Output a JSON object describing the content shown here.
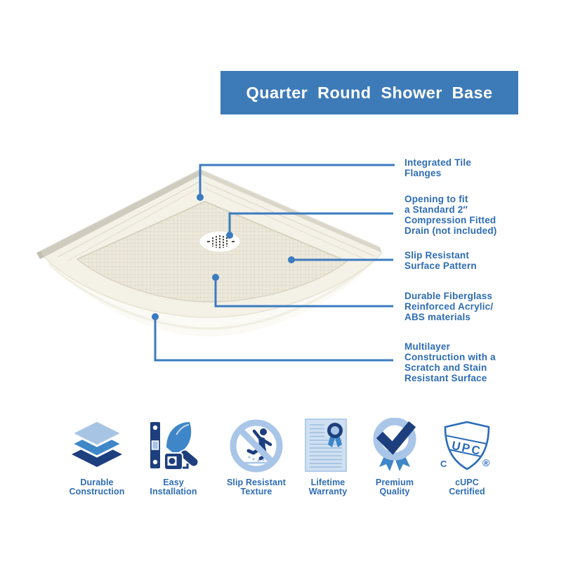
{
  "title": {
    "text": "Quarter Round Shower Base"
  },
  "colors": {
    "banner_bg": "#3d7ab8",
    "callout_line": "#3a7bc0",
    "text_blue": "#2e6cb4",
    "icon_navy": "#1d3f7e",
    "icon_blue": "#3f86c8",
    "icon_light_blue": "#a9c6e8",
    "icon_pale_blue": "#cfe0f2",
    "base_cream": "#f4f1e7",
    "base_floor": "#ece8db",
    "flange_gray": "#cfccbf"
  },
  "product": {
    "name": "quarter-round-shower-base",
    "drain": "round-drain-cover"
  },
  "callouts": [
    {
      "lines": [
        "Integrated Tile",
        "Flanges"
      ]
    },
    {
      "lines": [
        "Opening to fit",
        "a Standard 2″",
        "Compression Fitted",
        "Drain (not included)"
      ]
    },
    {
      "lines": [
        "Slip Resistant",
        "Surface Pattern"
      ]
    },
    {
      "lines": [
        "Durable Fiberglass",
        "Reinforced Acrylic/",
        "ABS materials"
      ]
    },
    {
      "lines": [
        "Multilayer",
        "Construction with a",
        "Scratch and Stain",
        "Resistant Surface"
      ]
    }
  ],
  "features": [
    {
      "icon": "layers-icon",
      "lines": [
        "Durable",
        "Construction"
      ]
    },
    {
      "icon": "level-trowel-icon",
      "lines": [
        "Easy",
        "Installation"
      ]
    },
    {
      "icon": "no-slip-icon",
      "lines": [
        "Slip Resistant",
        "Texture"
      ]
    },
    {
      "icon": "certificate-icon",
      "lines": [
        "Lifetime",
        "Warranty"
      ]
    },
    {
      "icon": "award-ribbon-icon",
      "lines": [
        "Premium",
        "Quality"
      ]
    },
    {
      "icon": "cupc-shield-icon",
      "lines": [
        "cUPC",
        "Certified"
      ],
      "band_text": "UPC",
      "left_mark": "C",
      "right_mark": "®"
    }
  ]
}
